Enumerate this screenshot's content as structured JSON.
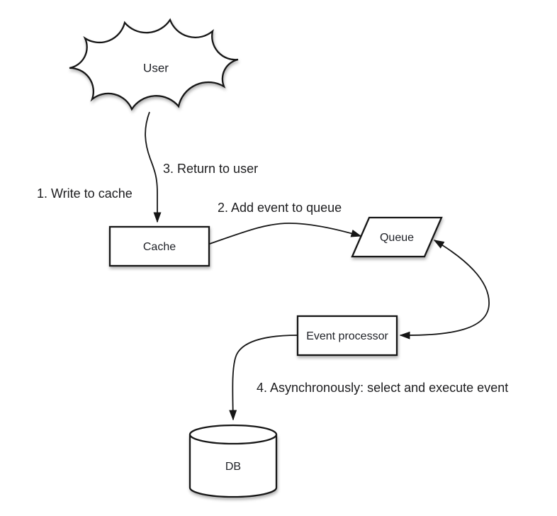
{
  "diagram": {
    "colors": {
      "background": "#ffffff",
      "stroke": "#161616",
      "text": "#1e2026"
    },
    "nodes": {
      "user": {
        "label": "User",
        "shape": "cloud"
      },
      "cache": {
        "label": "Cache",
        "shape": "rectangle"
      },
      "queue": {
        "label": "Queue",
        "shape": "parallelogram"
      },
      "event_processor": {
        "label": "Event processor",
        "shape": "rectangle"
      },
      "db": {
        "label": "DB",
        "shape": "cylinder"
      }
    },
    "edge_labels": {
      "step1": "1. Write to cache",
      "step2": "2. Add event to queue",
      "step3": "3. Return to user",
      "step4": "4. Asynchronously: select and execute event"
    },
    "edges": [
      {
        "from": "user",
        "to": "cache",
        "direction": "one-way"
      },
      {
        "from": "cache",
        "to": "queue",
        "direction": "one-way"
      },
      {
        "from": "queue",
        "to": "event_processor",
        "direction": "two-way"
      },
      {
        "from": "event_processor",
        "to": "db",
        "direction": "one-way"
      }
    ]
  }
}
